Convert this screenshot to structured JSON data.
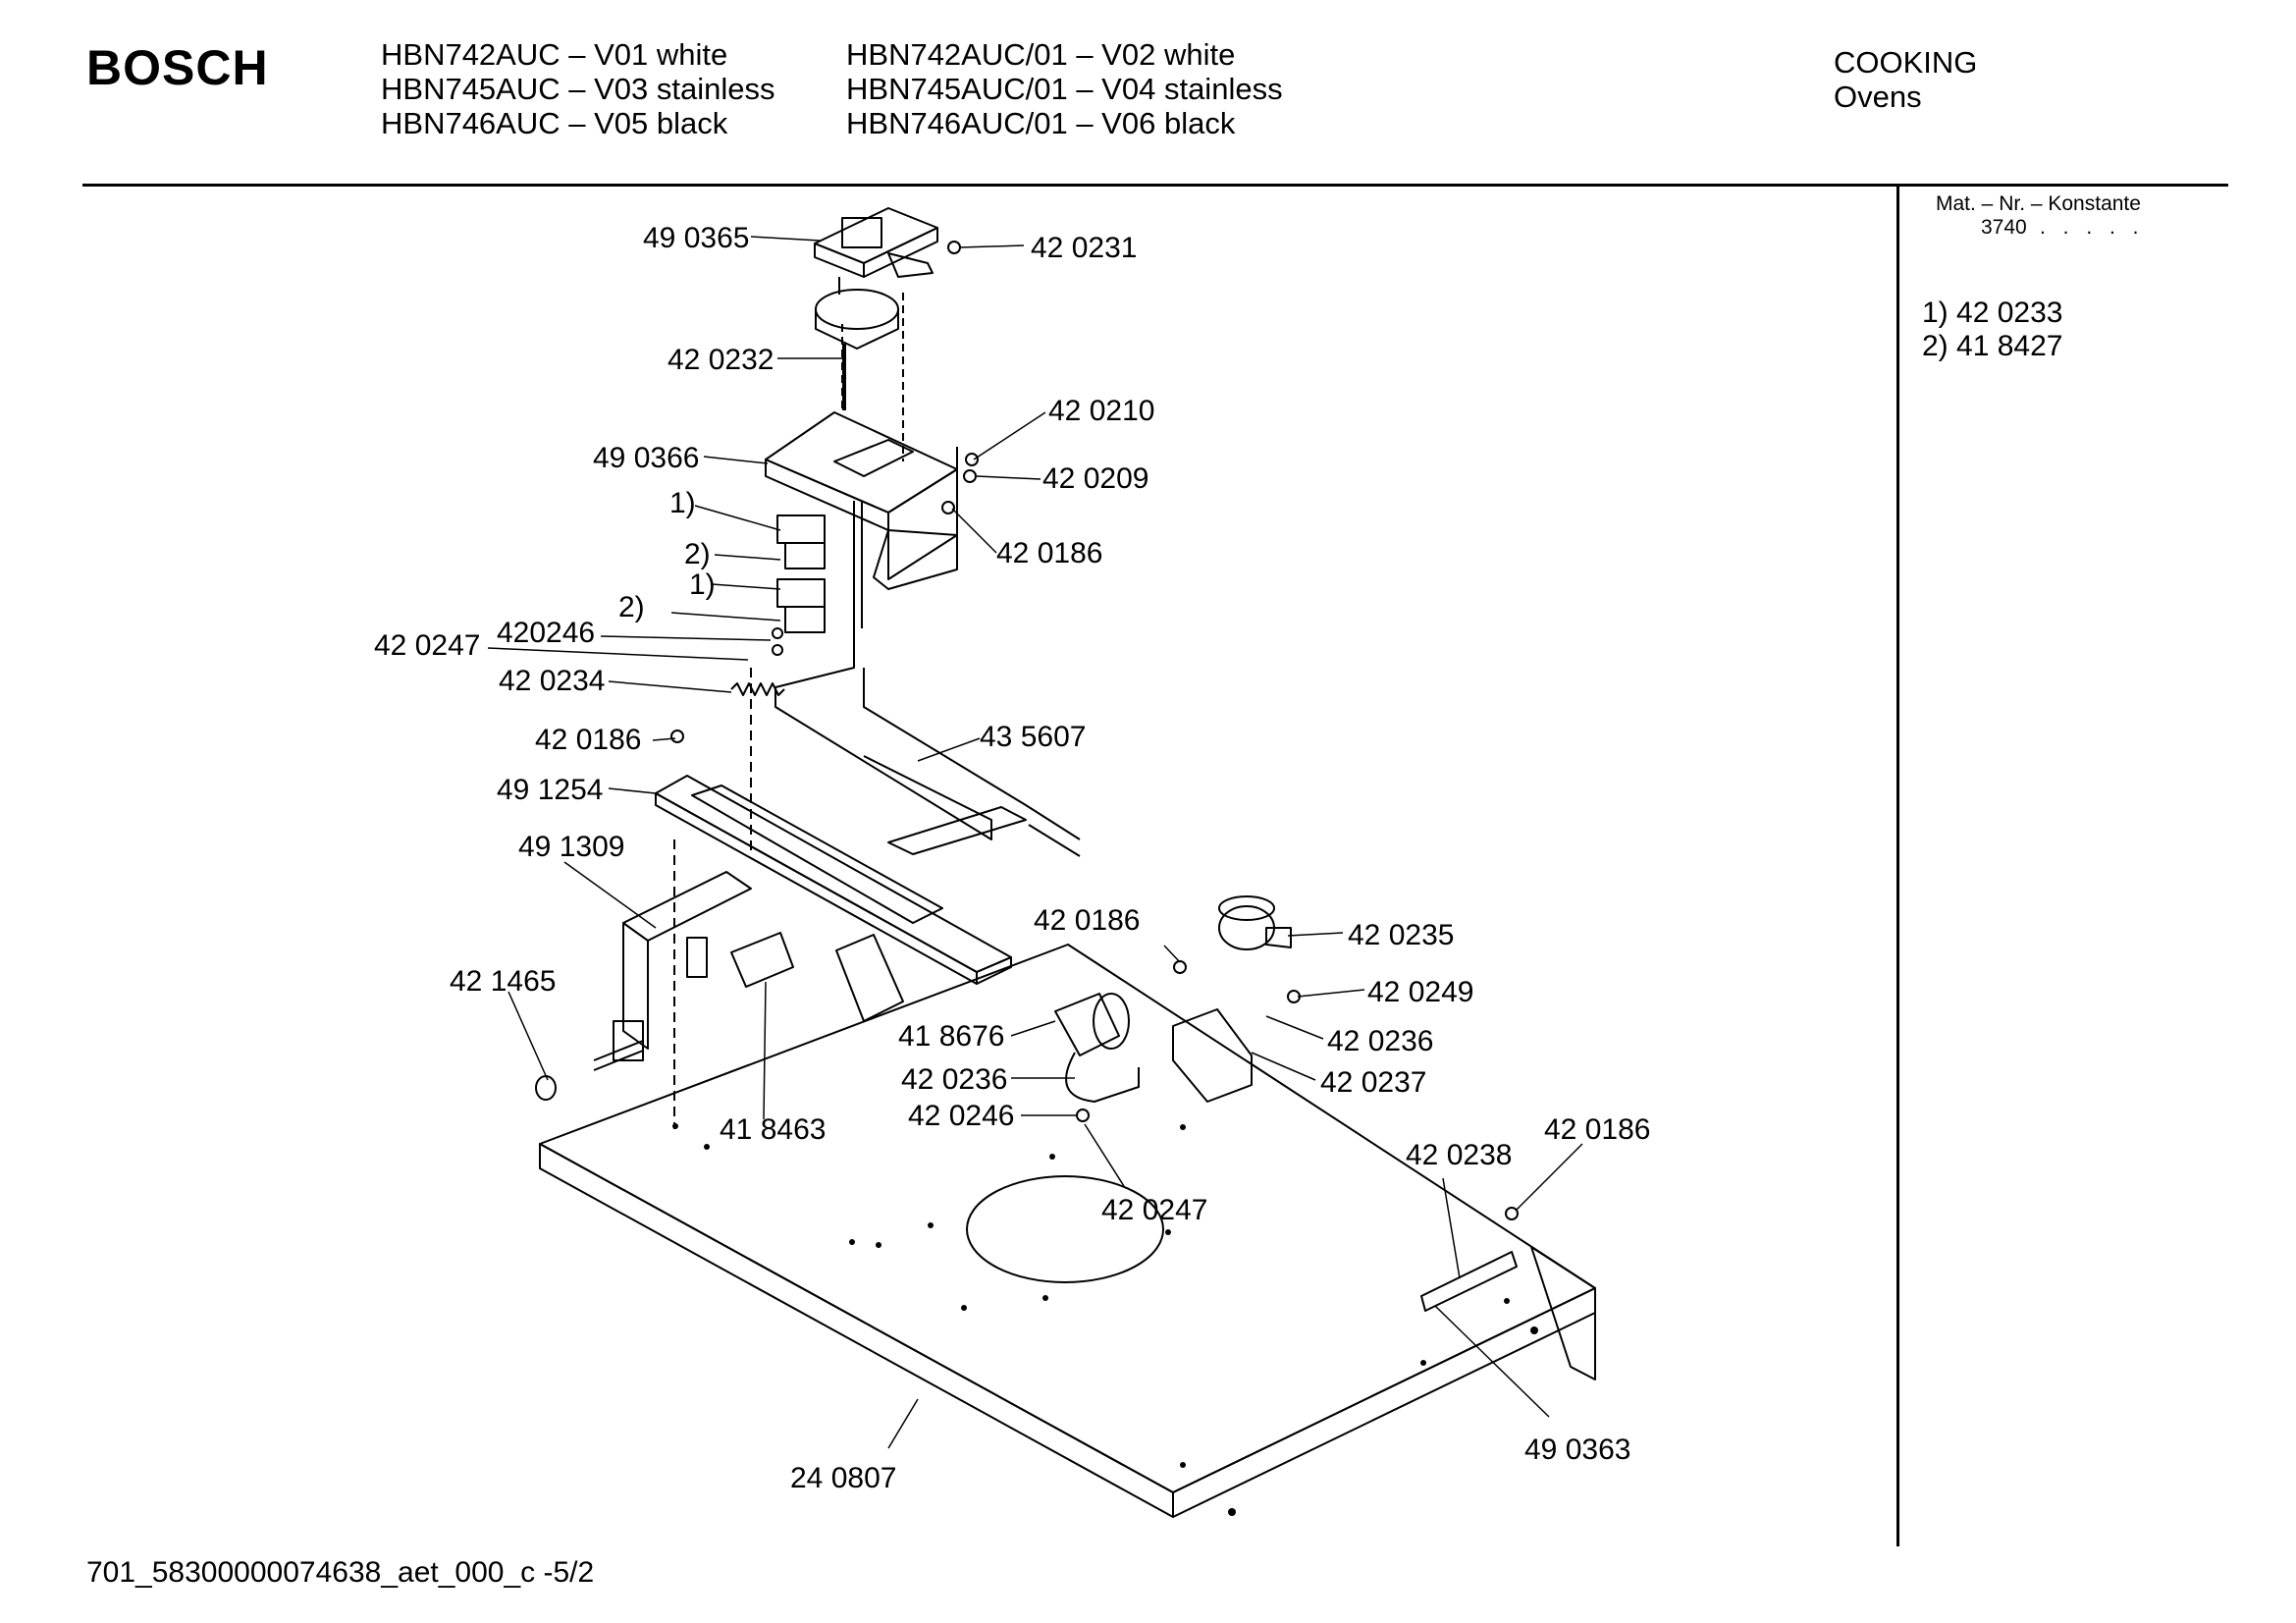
{
  "header": {
    "brand": "BOSCH",
    "models_col1": [
      "HBN742AUC – V01 white",
      "HBN745AUC – V03 stainless",
      "HBN746AUC – V05 black"
    ],
    "models_col2": [
      "HBN742AUC/01 – V02 white",
      "HBN745AUC/01 – V04 stainless",
      "HBN746AUC/01 – V06 black"
    ],
    "category": "COOKING",
    "subcategory": "Ovens"
  },
  "side_panel": {
    "mat_title": "Mat. – Nr. – Konstante",
    "mat_value": "3740",
    "mat_dots": ". . . . .",
    "notes": [
      "1) 42 0233",
      "2) 41 8427"
    ]
  },
  "parts": {
    "p1": "49 0365",
    "p2": "42 0231",
    "p3": "42 0232",
    "p4": "42 0210",
    "p5": "49 0366",
    "p6": "42 0209",
    "p7": "1)",
    "p8": "2)",
    "p9": "42 0186",
    "p10": "1)",
    "p11": "2)",
    "p12": "420246",
    "p13": "42 0247",
    "p14": "42 0234",
    "p15": "43 5607",
    "p16": "42 0186",
    "p17": "49 1254",
    "p18": "49 1309",
    "p19": "42 0186",
    "p20": "42 0235",
    "p21": "42 1465",
    "p22": "42 0249",
    "p23": "41 8676",
    "p24": "42 0236",
    "p25": "42 0236",
    "p26": "42 0237",
    "p27": "42 0246",
    "p28": "41 8463",
    "p29": "42 0186",
    "p30": "42 0238",
    "p31": "42 0247",
    "p32": "49 0363",
    "p33": "24 0807"
  },
  "footer": {
    "doc_id": "701_58300000074638_aet_000_c -5/2"
  }
}
